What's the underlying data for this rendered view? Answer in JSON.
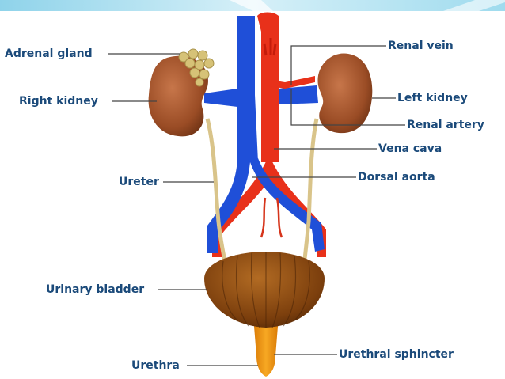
{
  "labels": {
    "adrenal_gland": "Adrenal gland",
    "right_kidney": "Right kidney",
    "ureter": "Ureter",
    "urinary_bladder": "Urinary bladder",
    "urethra": "Urethra",
    "renal_vein": "Renal vein",
    "left_kidney": "Left kidney",
    "renal_artery": "Renal artery",
    "vena_cava": "Vena cava",
    "dorsal_aorta": "Dorsal aorta",
    "urethral_sphincter": "Urethral sphincter"
  },
  "colors": {
    "label_text": "#1b4a7a",
    "kidney": "#a0522d",
    "vein": "#1f4fd8",
    "artery": "#e8311a",
    "bladder": "#8a4a12",
    "ureter": "#d9c48a",
    "adrenal": "#d6c277",
    "sphincter": "#e8920e",
    "header_band": "#bfe6f2"
  }
}
